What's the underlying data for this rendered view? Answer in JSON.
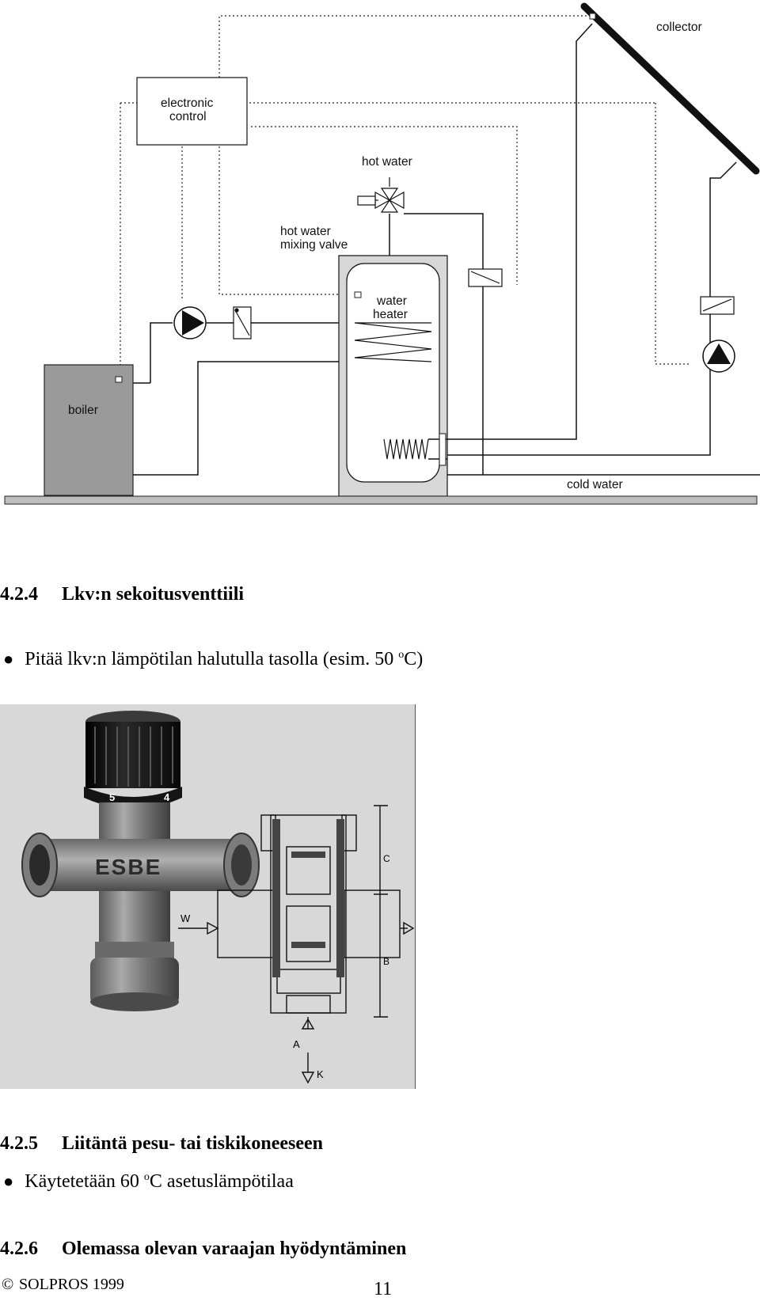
{
  "diagram": {
    "labels": {
      "collector": "collector",
      "electronic_control_1": "electronic",
      "electronic_control_2": "control",
      "hot_water": "hot water",
      "mixing_valve_1": "hot water",
      "mixing_valve_2": "mixing valve",
      "water_heater_1": "water",
      "water_heater_2": "heater",
      "boiler": "boiler",
      "cold_water": "cold water"
    }
  },
  "sections": {
    "s424": {
      "number": "4.2.4",
      "title": "Lkv:n sekoitusventtiili"
    },
    "s424_bullet": {
      "text": "Pitää lkv:n lämpötilan halutulla tasolla (esim. 50 ",
      "sup": "o",
      "unit": "C)"
    },
    "photo": {
      "dial_5": "5",
      "dial_4": "4",
      "brand": "ESBE",
      "label_w": "W",
      "label_c": "C",
      "label_b": "B",
      "label_a": "A",
      "label_k": "K"
    },
    "s425": {
      "number": "4.2.5",
      "title": "Liitäntä pesu- tai tiskikoneeseen"
    },
    "s425_bullet": {
      "text": "Käytetetään 60 ",
      "sup": "o",
      "unit": "C asetuslämpötilaa"
    },
    "s426": {
      "number": "4.2.6",
      "title": "Olemassa olevan varaajan hyödyntäminen"
    }
  },
  "footer": {
    "copyright_symbol": "©",
    "org": "SOLPROS 1999",
    "page_number": "11"
  }
}
